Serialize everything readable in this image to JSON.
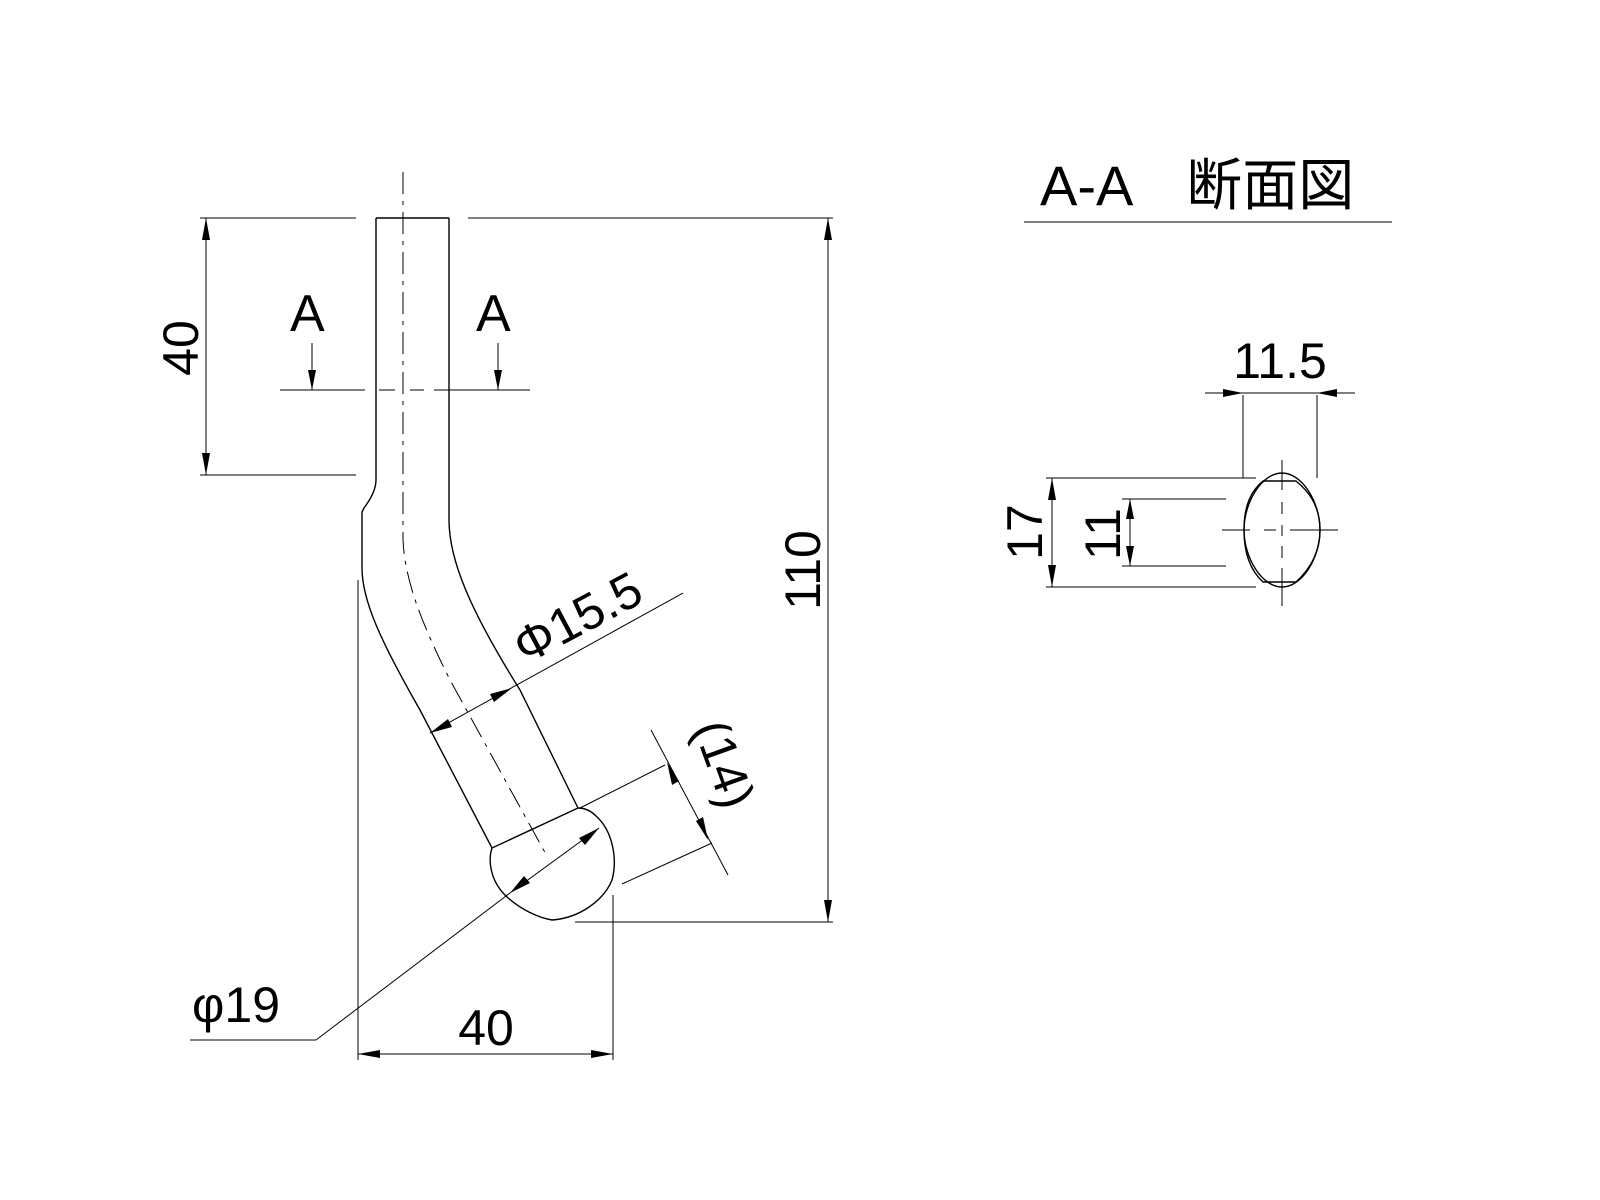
{
  "drawing": {
    "section_title": "A-A　断面図",
    "section_marks": {
      "left": "A",
      "right": "A"
    },
    "dimensions": {
      "upper_straight": "40",
      "overall_height": "110",
      "shaft_dia": "Φ15.5",
      "ball_dia": "φ19",
      "ball_offset": "(14)",
      "horizontal_offset": "40",
      "section_width": "11.5",
      "section_outer_height": "17",
      "section_flat_height": "11"
    }
  }
}
